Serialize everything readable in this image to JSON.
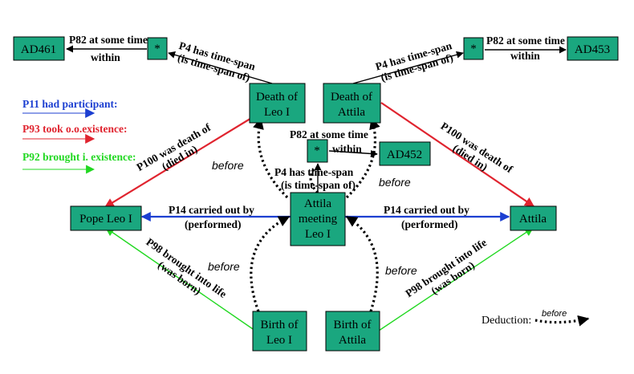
{
  "colors": {
    "node_fill": "#1aa77f",
    "participant": "#1c3fd1",
    "death": "#e0242f",
    "birth": "#22d822",
    "black": "#000000"
  },
  "nodes": {
    "ad461": "AD461",
    "star_left": "*",
    "death_leo": [
      "Death of",
      "Leo I"
    ],
    "death_attila": [
      "Death of",
      "Attila"
    ],
    "star_right": "*",
    "ad453": "AD453",
    "star_center": "*",
    "ad452": "AD452",
    "pope_leo": "Pope Leo I",
    "meeting": [
      "Attila",
      "meeting",
      "Leo I"
    ],
    "attila": "Attila",
    "birth_leo": [
      "Birth of",
      "Leo I"
    ],
    "birth_attila": [
      "Birth of",
      "Attila"
    ]
  },
  "edge_labels": {
    "p82_left": [
      "P82 at some time",
      "within"
    ],
    "p4_left": [
      "P4 has time-span",
      "(is time-span of)"
    ],
    "p4_right": [
      "P4 has time-span",
      "(is time-span of)"
    ],
    "p82_right": [
      "P82 at some time",
      "within"
    ],
    "p82_center": [
      "P82 at some time",
      "within"
    ],
    "p4_center": [
      "P4 has time-span",
      "(is time-span of)"
    ],
    "p100_left": [
      "P100 was death of",
      "(died in)"
    ],
    "p100_right": [
      "P100 was death of",
      "(died in)"
    ],
    "p14_left": [
      "P14 carried out by",
      "(performed)"
    ],
    "p14_right": [
      "P14 carried out by",
      "(performed)"
    ],
    "p98_left": [
      "P98 brought into life",
      "(was born)"
    ],
    "p98_right": [
      "P98 brought into life",
      "(was born)"
    ],
    "before": "before"
  },
  "legend": {
    "participant": "P11 had participant:",
    "death": "P93 took o.o.existence:",
    "birth": "P92 brought i. existence:"
  },
  "deduction": {
    "label": "Deduction:",
    "sample": "before"
  }
}
